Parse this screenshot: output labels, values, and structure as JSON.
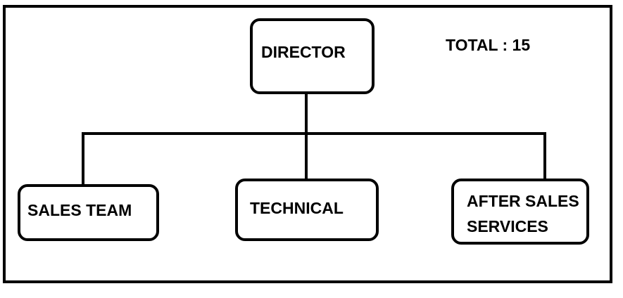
{
  "diagram": {
    "total_label": "TOTAL : 15",
    "nodes": {
      "director": "DIRECTOR",
      "sales_team": "SALES TEAM",
      "technical": "TECHNICAL",
      "after_sales": "AFTER SALES\nSERVICES"
    }
  }
}
